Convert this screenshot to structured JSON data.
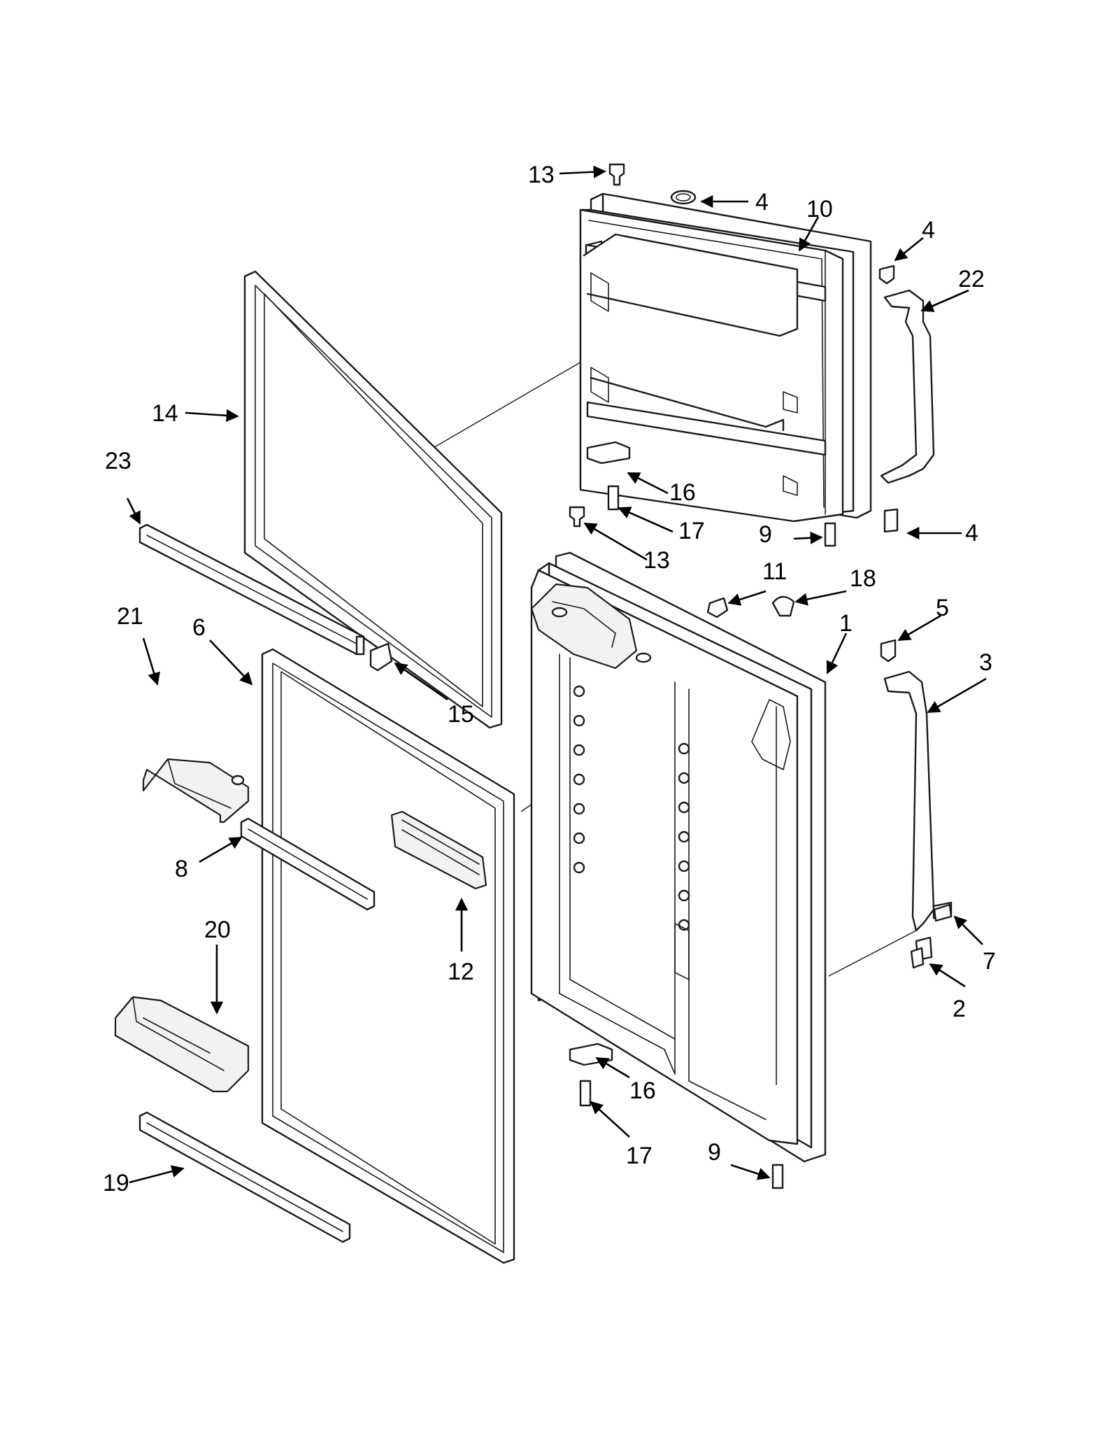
{
  "diagram": {
    "callouts": [
      "1",
      "2",
      "3",
      "4",
      "4",
      "4",
      "5",
      "6",
      "7",
      "8",
      "9",
      "9",
      "10",
      "11",
      "12",
      "13",
      "13",
      "14",
      "15",
      "16",
      "16",
      "17",
      "17",
      "18",
      "19",
      "20",
      "21",
      "22",
      "23"
    ]
  },
  "colors": {
    "line": "#1a1a1a",
    "background": "#ffffff"
  }
}
